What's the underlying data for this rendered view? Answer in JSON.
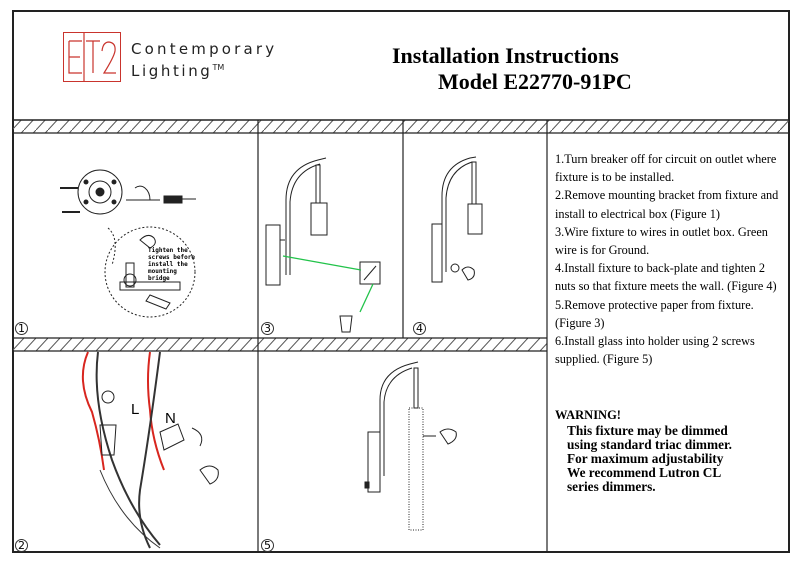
{
  "header": {
    "logo_text": "ET2",
    "brand_line1": "Contemporary",
    "brand_line2": "Lighting",
    "brand_tm": "TM",
    "title": "Installation Instructions",
    "model": "Model E22770-91PC"
  },
  "figures": {
    "fig1_number": "1",
    "fig1_note": "Tighten the screws before install the mounting bridge",
    "fig2_number": "2",
    "fig2_label_l": "L",
    "fig2_label_n": "N",
    "fig3_number": "3",
    "fig4_number": "4",
    "fig5_number": "5"
  },
  "steps": [
    "1.Turn breaker off for circuit on outlet where fixture is to be installed.",
    "2.Remove mounting bracket from fixture and install to electrical box (Figure 1)",
    "3.Wire fixture to wires in outlet box. Green wire is for Ground.",
    "4.Install fixture to back-plate and tighten 2 nuts so that fixture meets the wall. (Figure 4)",
    "5.Remove protective paper from fixture. (Figure 3)",
    "6.Install glass into holder using 2 screws supplied. (Figure 5)"
  ],
  "warning": {
    "heading": "WARNING!",
    "line1": "This fixture may be dimmed",
    "line2": "using standard triac dimmer.",
    "line3": "For maximum adjustability",
    "line4": "We recommend Lutron CL",
    "line5": "series dimmers."
  },
  "colors": {
    "logo_red": "#c9342d",
    "wire_red": "#d8261f",
    "wire_green": "#22c34a",
    "hatch": "#555555"
  }
}
